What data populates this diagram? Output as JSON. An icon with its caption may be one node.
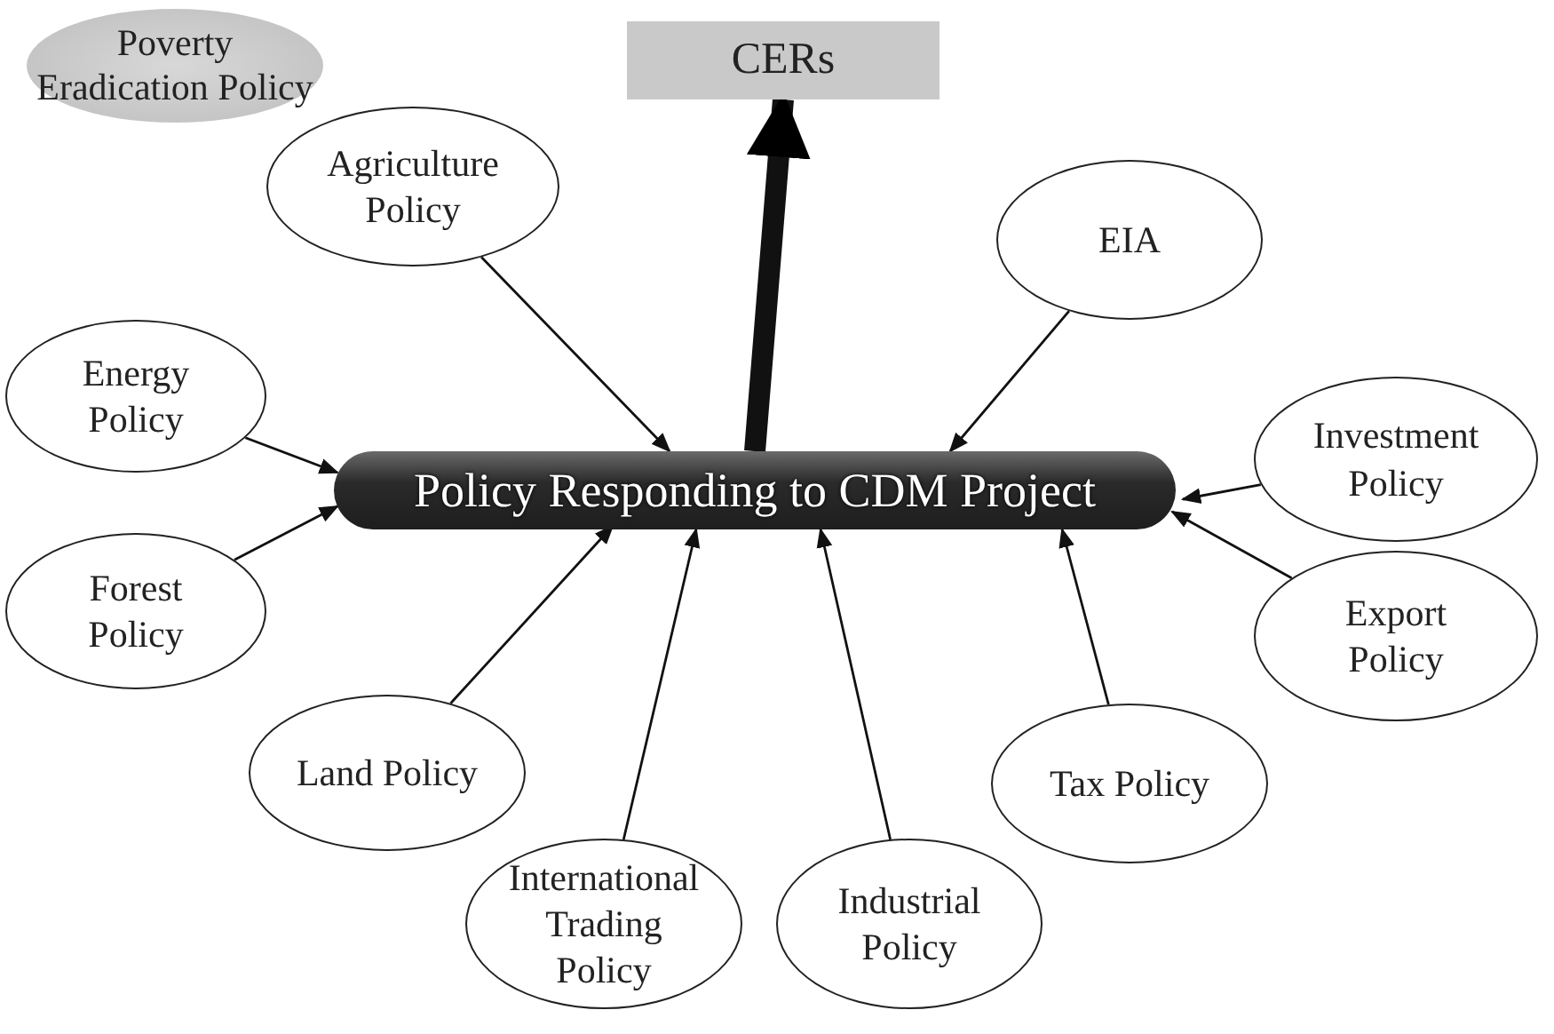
{
  "diagram": {
    "nodes": [
      {
        "text": [
          "Poverty Eradication Policy"
        ]
      },
      {
        "text": [
          "CERs"
        ]
      },
      {
        "text": [
          "Agriculture Policy"
        ]
      },
      {
        "text": [
          "EIA"
        ]
      },
      {
        "text": [
          "Energy Policy"
        ]
      },
      {
        "text": [
          "Investment Policy"
        ]
      },
      {
        "text": [
          "Policy Responding to CDM Project"
        ]
      },
      {
        "text": [
          "Forest Policy"
        ]
      },
      {
        "text": [
          "Export Policy"
        ]
      },
      {
        "text": [
          "Land Policy"
        ]
      },
      {
        "text": [
          "Tax Policy"
        ]
      },
      {
        "text": [
          "International Trading Policy"
        ]
      },
      {
        "text": [
          "Industrial Policy"
        ]
      }
    ],
    "edges": [
      {
        "from": 6,
        "to": 1,
        "arrow": "to",
        "style": "thick"
      },
      {
        "from": 2,
        "to": 6,
        "arrow": "to"
      },
      {
        "from": 3,
        "to": 6,
        "arrow": "to"
      },
      {
        "from": 4,
        "to": 6,
        "arrow": "to"
      },
      {
        "from": 5,
        "to": 6,
        "arrow": "to"
      },
      {
        "from": 7,
        "to": 6,
        "arrow": "to"
      },
      {
        "from": 8,
        "to": 6,
        "arrow": "to"
      },
      {
        "from": 9,
        "to": 6,
        "arrow": "to"
      },
      {
        "from": 10,
        "to": 6,
        "arrow": "to"
      },
      {
        "from": 11,
        "to": 6,
        "arrow": "to"
      },
      {
        "from": 12,
        "to": 6,
        "arrow": "to"
      }
    ]
  }
}
